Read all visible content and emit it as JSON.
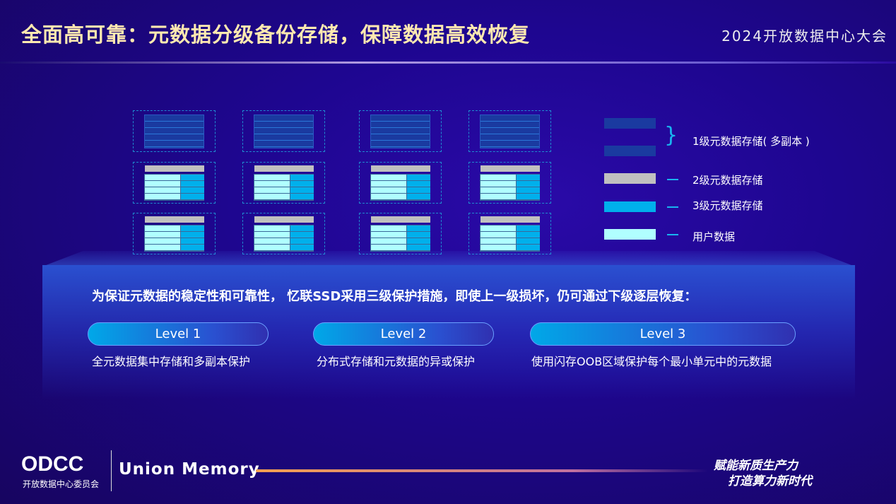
{
  "header": {
    "title": "全面高可靠：元数据分级备份存储，保障数据高效恢复",
    "conference": "2024开放数据中心大会"
  },
  "legend": [
    {
      "label": "1级元数据存储( 多副本 )",
      "color": "#1a3aa0"
    },
    {
      "label": "2级元数据存储",
      "color": "#c0c0c0"
    },
    {
      "label": "3级元数据存储",
      "color": "#00b0ec"
    },
    {
      "label": "用户数据",
      "color": "#b0ffff"
    }
  ],
  "description": "为保证元数据的稳定性和可靠性， 忆联SSD采用三级保护措施，即使上一级损坏，仍可通过下级逐层恢复：",
  "levels": [
    {
      "label": "Level   1",
      "text": "全元数据集中存储和多副本保护"
    },
    {
      "label": "Level   2",
      "text": "分布式存储和元数据的异或保护"
    },
    {
      "label": "Level   3",
      "text": "使用闪存OOB区域保护每个最小单元中的元数据"
    }
  ],
  "footer": {
    "logo": "ODCC",
    "logo_sub": "开放数据中心委员会",
    "company": "Union Memory",
    "slogan1": "赋能新质生产力",
    "slogan2": "打造算力新时代"
  }
}
